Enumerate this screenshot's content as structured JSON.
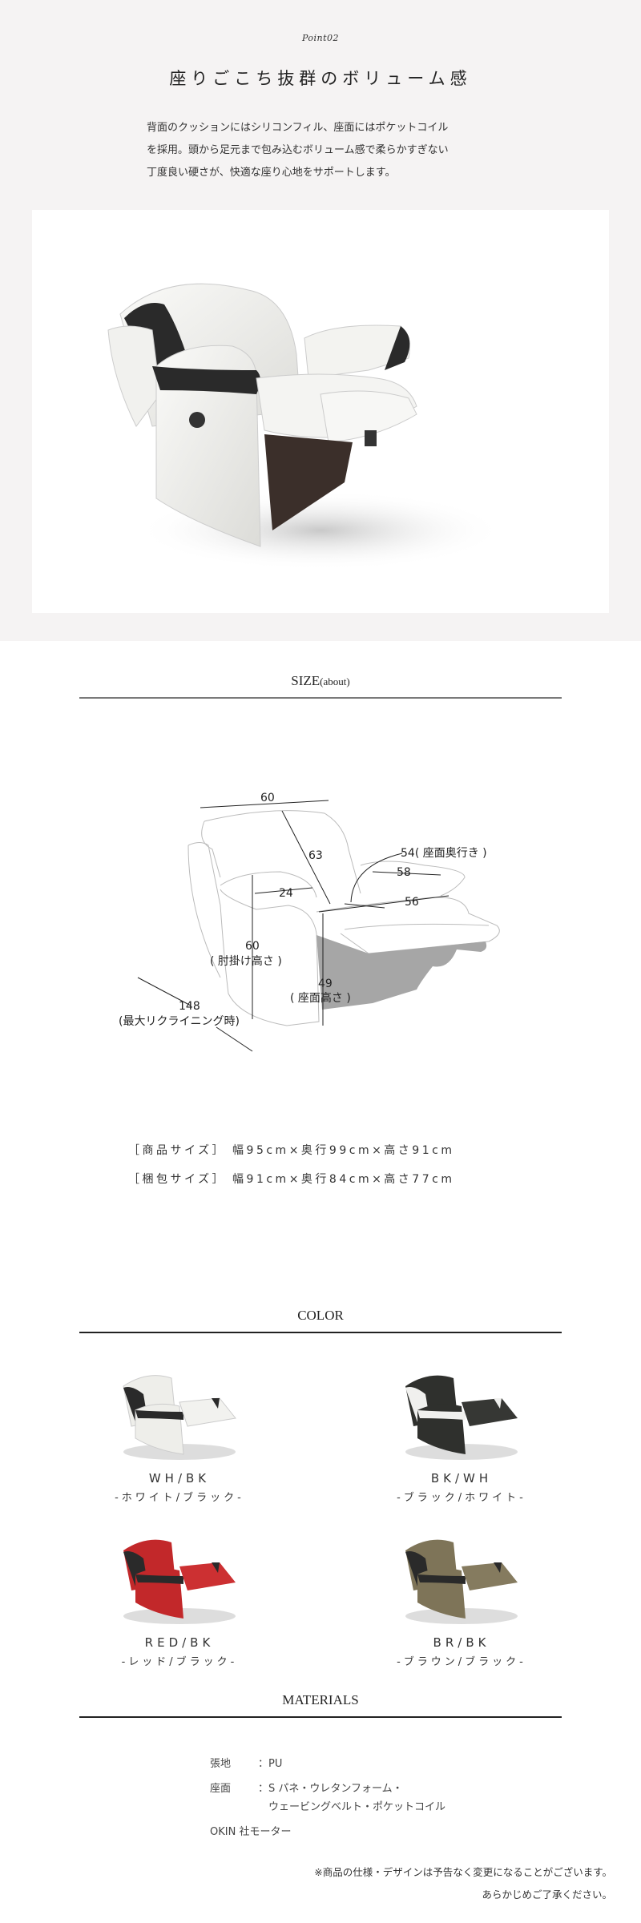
{
  "hero": {
    "point_label": "Point02",
    "title": "座りごこち抜群のボリューム感",
    "description_lines": [
      "背面のクッションにはシリコンフィル、座面にはポケットコイル",
      "を採用。頭から足元まで包み込むボリューム感で柔らかすぎない",
      "丁度良い硬さが、快適な座り心地をサポートします。"
    ],
    "photo_alt": "white recliner chair with black accents, footrest extended",
    "background": "#f5f3f3"
  },
  "size": {
    "title": "SIZE",
    "title_suffix": "(about)",
    "diagram_labels": {
      "width_back": "60",
      "back_height": "63",
      "seat_depth": "54( 座面奥行き )",
      "seat_width_rear": "58",
      "arm_width": "24",
      "seat_width_front": "56",
      "arm_height_value": "60",
      "arm_height_label": "( 肘掛け高さ )",
      "seat_height_value": "49",
      "seat_height_label": "( 座面高さ )",
      "max_recline_value": "148",
      "max_recline_label": "(最大リクライニング時)"
    },
    "specs": [
      {
        "label": "［商品サイズ］",
        "value": "幅95cm×奥行99cm×高さ91cm"
      },
      {
        "label": "［梱包サイズ］",
        "value": "幅91cm×奥行84cm×高さ77cm"
      }
    ]
  },
  "color": {
    "title": "COLOR",
    "options": [
      {
        "code": "WH/BK",
        "name": "-ホワイト/ブラック-",
        "main": "#eeeeea",
        "accent": "#2a2a2a"
      },
      {
        "code": "BK/WH",
        "name": "-ブラック/ホワイト-",
        "main": "#2f302d",
        "accent": "#f0f0ee"
      },
      {
        "code": "RED/BK",
        "name": "-レッド/ブラック-",
        "main": "#c2282a",
        "accent": "#2a2a2a"
      },
      {
        "code": "BR/BK",
        "name": "-ブラウン/ブラック-",
        "main": "#7e7458",
        "accent": "#2a2a2a"
      }
    ]
  },
  "materials": {
    "title": "MATERIALS",
    "rows": [
      {
        "key": "張地",
        "value_lines": [
          "：PU"
        ]
      },
      {
        "key": "座面",
        "value_lines": [
          "：S パネ・ウレタンフォーム・",
          "　ウェービングベルト・ポケットコイル"
        ]
      }
    ],
    "motor": "OKIN 社モーター",
    "notes": [
      "※商品の仕様・デザインは予告なく変更になることがございます。",
      "あらかじめご了承ください。"
    ]
  }
}
